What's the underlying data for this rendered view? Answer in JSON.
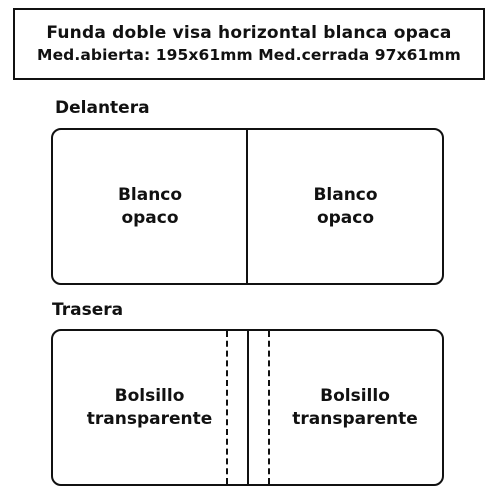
{
  "title": {
    "line1": "Funda doble visa horizontal blanca opaca",
    "line2": "Med.abierta: 195x61mm Med.cerrada 97x61mm"
  },
  "front": {
    "label": "Delantera",
    "left": {
      "line1": "Blanco",
      "line2": "opaco"
    },
    "right": {
      "line1": "Blanco",
      "line2": "opaco"
    }
  },
  "back": {
    "label": "Trasera",
    "left": {
      "line1": "Bolsillo",
      "line2": "transparente"
    },
    "right": {
      "line1": "Bolsillo",
      "line2": "transparente"
    }
  }
}
